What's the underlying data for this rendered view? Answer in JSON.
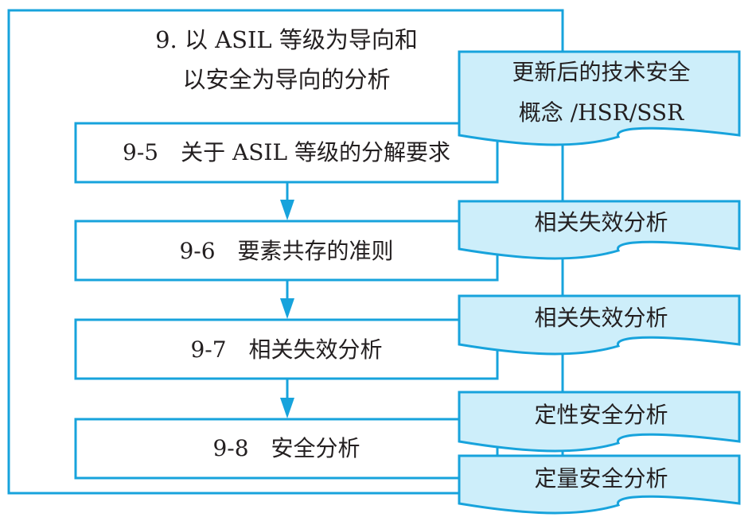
{
  "colors": {
    "stroke": "#17a3dc",
    "doc_fill": "#cdeefa",
    "text": "#231f20",
    "background": "#ffffff"
  },
  "group": {
    "title_line1": "9. 以 ASIL 等级为导向和",
    "title_line2": "以安全为导向的分析"
  },
  "processes": [
    {
      "id": "9-5",
      "label": "9-5　关于 ASIL 等级的分解要求"
    },
    {
      "id": "9-6",
      "label": "9-6　要素共存的准则"
    },
    {
      "id": "9-7",
      "label": "9-7　相关失效分析"
    },
    {
      "id": "9-8",
      "label": "9-8　安全分析"
    }
  ],
  "documents": [
    {
      "line1": "更新后的技术安全",
      "line2": "概念 /HSR/SSR"
    },
    {
      "line1": "相关失效分析"
    },
    {
      "line1": "相关失效分析"
    },
    {
      "line1": "定性安全分析"
    },
    {
      "line1": "定量安全分析"
    }
  ],
  "connections": [
    {
      "from": "9-5",
      "to": "9-6",
      "type": "arrow"
    },
    {
      "from": "9-6",
      "to": "9-7",
      "type": "arrow"
    },
    {
      "from": "9-7",
      "to": "9-8",
      "type": "arrow"
    }
  ]
}
